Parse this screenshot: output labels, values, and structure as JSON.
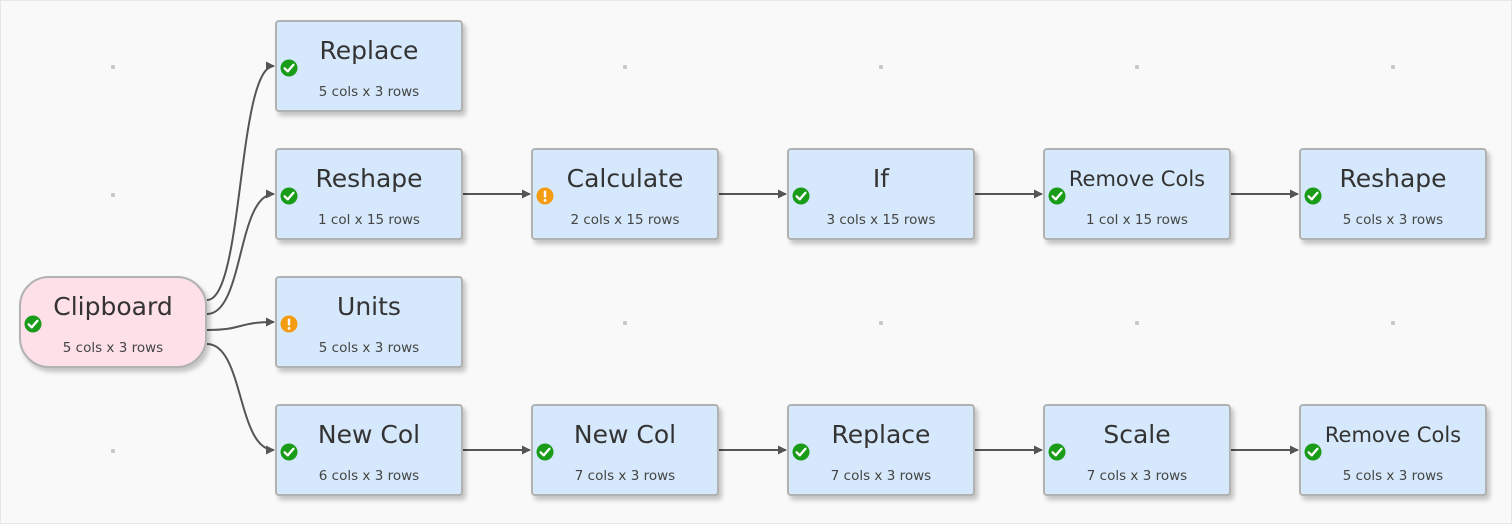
{
  "nodes": {
    "clipboard": {
      "title": "Clipboard",
      "sub": "5 cols x 3 rows",
      "status": "ok"
    },
    "replace1": {
      "title": "Replace",
      "sub": "5 cols x 3 rows",
      "status": "ok"
    },
    "reshape1": {
      "title": "Reshape",
      "sub": "1 col x 15 rows",
      "status": "ok"
    },
    "calculate": {
      "title": "Calculate",
      "sub": "2 cols x 15 rows",
      "status": "warning"
    },
    "if": {
      "title": "If",
      "sub": "3 cols x 15 rows",
      "status": "ok"
    },
    "removecols1": {
      "title": "Remove Cols",
      "sub": "1 col x 15 rows",
      "status": "ok"
    },
    "reshape2": {
      "title": "Reshape",
      "sub": "5 cols x 3 rows",
      "status": "ok"
    },
    "units": {
      "title": "Units",
      "sub": "5 cols x 3 rows",
      "status": "warning"
    },
    "newcol1": {
      "title": "New Col",
      "sub": "6 cols x 3 rows",
      "status": "ok"
    },
    "newcol2": {
      "title": "New Col",
      "sub": "7 cols x 3 rows",
      "status": "ok"
    },
    "replace2": {
      "title": "Replace",
      "sub": "7 cols x 3 rows",
      "status": "ok"
    },
    "scale": {
      "title": "Scale",
      "sub": "7 cols x 3 rows",
      "status": "ok"
    },
    "removecols2": {
      "title": "Remove Cols",
      "sub": "5 cols x 3 rows",
      "status": "ok"
    }
  },
  "edges": [
    [
      "clipboard",
      "replace1"
    ],
    [
      "clipboard",
      "reshape1"
    ],
    [
      "clipboard",
      "units"
    ],
    [
      "clipboard",
      "newcol1"
    ],
    [
      "reshape1",
      "calculate"
    ],
    [
      "calculate",
      "if"
    ],
    [
      "if",
      "removecols1"
    ],
    [
      "removecols1",
      "reshape2"
    ],
    [
      "newcol1",
      "newcol2"
    ],
    [
      "newcol2",
      "replace2"
    ],
    [
      "replace2",
      "scale"
    ],
    [
      "scale",
      "removecols2"
    ]
  ],
  "colors": {
    "node_fill": "#d6e8fb",
    "source_fill": "#fde0e8",
    "border": "#b2b2b2",
    "edge": "#555555",
    "ok": "#1a9c1a",
    "warning": "#f39c12"
  }
}
